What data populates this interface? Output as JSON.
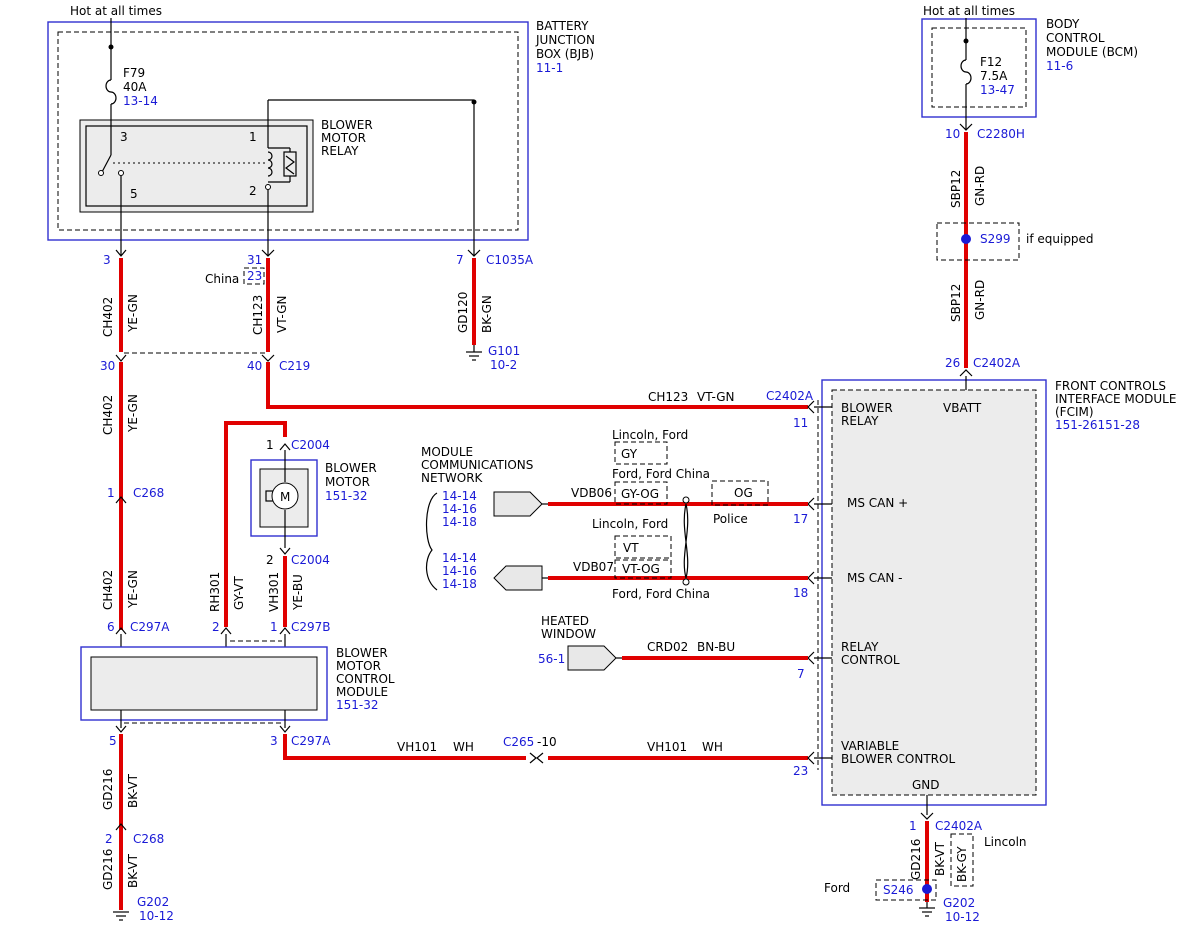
{
  "bjb": {
    "hot": "Hot at all times",
    "name1": "BATTERY",
    "name2": "JUNCTION",
    "name3": "BOX (BJB)",
    "ref": "11-1",
    "fuse": "F79",
    "amps": "40A",
    "fuse_ref": "13-14",
    "relay1": "BLOWER",
    "relay2": "MOTOR",
    "relay3": "RELAY",
    "p3": "3",
    "p5": "5",
    "p1": "1",
    "p2": "2"
  },
  "bcm": {
    "hot": "Hot at all times",
    "name1": "BODY",
    "name2": "CONTROL",
    "name3": "MODULE (BCM)",
    "ref": "11-6",
    "fuse": "F12",
    "amps": "7.5A",
    "fuse_ref": "13-47"
  },
  "bjb_pins": {
    "p3": "3",
    "p31": "31",
    "p7": "7",
    "conn": "C1035A",
    "china": "China",
    "p23": "23"
  },
  "w_ch402a": {
    "circuit": "CH402",
    "color": "YE-GN"
  },
  "w_ch123": {
    "circuit": "CH123",
    "color": "VT-GN"
  },
  "w_gd120": {
    "circuit": "GD120",
    "color": "BK-GN"
  },
  "g101": {
    "name": "G101",
    "ref": "10-2"
  },
  "c219": {
    "p30": "30",
    "p40": "40",
    "conn": "C219"
  },
  "w_ch402b": {
    "circuit": "CH402",
    "color": "YE-GN"
  },
  "c268a": {
    "pin": "1",
    "conn": "C268"
  },
  "w_ch402c": {
    "circuit": "CH402",
    "color": "YE-GN"
  },
  "c297a": {
    "pin": "6",
    "conn": "C297A"
  },
  "c297b": {
    "p2": "2",
    "p1": "1",
    "conn": "C297B"
  },
  "w_rh301": {
    "circuit": "RH301",
    "color": "GY-VT"
  },
  "w_vh301": {
    "circuit": "VH301",
    "color": "YE-BU"
  },
  "c2004a": {
    "pin": "1",
    "conn": "C2004"
  },
  "c2004b": {
    "pin": "2",
    "conn": "C2004"
  },
  "motor": {
    "m": "M",
    "n1": "BLOWER",
    "n2": "MOTOR",
    "ref": "151-32"
  },
  "bmcm": {
    "n1": "BLOWER",
    "n2": "MOTOR",
    "n3": "CONTROL",
    "n4": "MODULE",
    "ref": "151-32"
  },
  "c297a_b": {
    "p5": "5",
    "p3": "3",
    "conn": "C297A"
  },
  "w_gd216a": {
    "circuit": "GD216",
    "color": "BK-VT"
  },
  "c268b": {
    "pin": "2",
    "conn": "C268"
  },
  "w_gd216b": {
    "circuit": "GD216",
    "color": "BK-VT"
  },
  "g202a": {
    "name": "G202",
    "ref": "10-12"
  },
  "w_vh101a": {
    "circuit": "VH101",
    "color": "WH"
  },
  "c265": {
    "conn": "C265",
    "pin": "-10"
  },
  "w_vh101b": {
    "circuit": "VH101",
    "color": "WH"
  },
  "c2280h": {
    "pin": "10",
    "conn": "C2280H"
  },
  "w_sbp12a": {
    "circuit": "SBP12",
    "color": "GN-RD"
  },
  "s299": {
    "name": "S299",
    "note": "if equipped"
  },
  "w_sbp12b": {
    "circuit": "SBP12",
    "color": "GN-RD"
  },
  "c2402a_top": {
    "pin": "26",
    "conn": "C2402A"
  },
  "fcim": {
    "n1": "FRONT CONTROLS",
    "n2": "INTERFACE MODULE",
    "n3": "(FCIM)",
    "ref": "151-26151-28",
    "vbatt": "VBATT",
    "br1": "BLOWER",
    "br2": "RELAY",
    "mscanp": "MS CAN +",
    "mscann": "MS CAN -",
    "rc1": "RELAY",
    "rc2": "CONTROL",
    "vb1": "VARIABLE",
    "vb2": "BLOWER CONTROL",
    "gnd": "GND"
  },
  "w_ch123b": {
    "circuit": "CH123",
    "color": "VT-GN"
  },
  "c2402a_11": {
    "conn": "C2402A",
    "pin": "11"
  },
  "pins": {
    "p17": "17",
    "p18": "18",
    "p7": "7",
    "p23": "23"
  },
  "mcn": {
    "n1": "MODULE",
    "n2": "COMMUNICATIONS",
    "n3": "NETWORK",
    "r1": "14-14",
    "r2": "14-16",
    "r3": "14-18",
    "r4": "14-14",
    "r5": "14-16",
    "r6": "14-18"
  },
  "vdb06": {
    "circuit": "VDB06",
    "lf": "Lincoln, Ford",
    "gy": "GY",
    "ffc": "Ford, Ford China",
    "gyog": "GY-OG",
    "og": "OG",
    "police": "Police"
  },
  "vdb07": {
    "circuit": "VDB07",
    "lf": "Lincoln, Ford",
    "vt": "VT",
    "vtog": "VT-OG",
    "ffc": "Ford, Ford China"
  },
  "heated": {
    "n1": "HEATED",
    "n2": "WINDOW",
    "ref": "56-1"
  },
  "w_crd02": {
    "circuit": "CRD02",
    "color": "BN-BU"
  },
  "c2402a_bot": {
    "pin": "1",
    "conn": "C2402A"
  },
  "w_gd216c": {
    "circuit": "GD216",
    "color": "BK-VT",
    "alt": "BK-GY",
    "lincoln": "Lincoln"
  },
  "s246": {
    "name": "S246",
    "ford": "Ford"
  },
  "g202b": {
    "name": "G202",
    "ref": "10-12"
  }
}
